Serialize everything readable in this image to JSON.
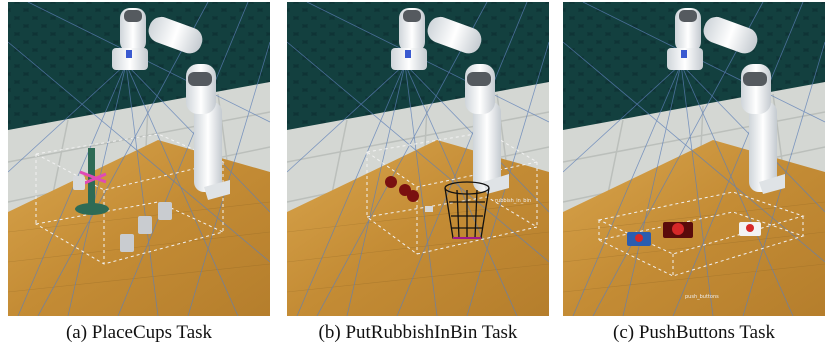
{
  "figure": {
    "panels": [
      {
        "caption": "(a) PlaceCups Task"
      },
      {
        "caption": "(b) PutRubbishInBin Task",
        "scene_label": "rubbish_in_bin"
      },
      {
        "caption": "(c) PushButtons Task",
        "scene_label": "push_buttons"
      }
    ]
  },
  "colors": {
    "wall": "#0f3436",
    "floor_light": "#d9dcd8",
    "floor_dark": "#b7bcb8",
    "table": "#c7923c",
    "robot": "#e8ecef",
    "robot_joint": "#555a5f",
    "ray": "#5d7fb8",
    "bbox": "#f2f2f2"
  }
}
